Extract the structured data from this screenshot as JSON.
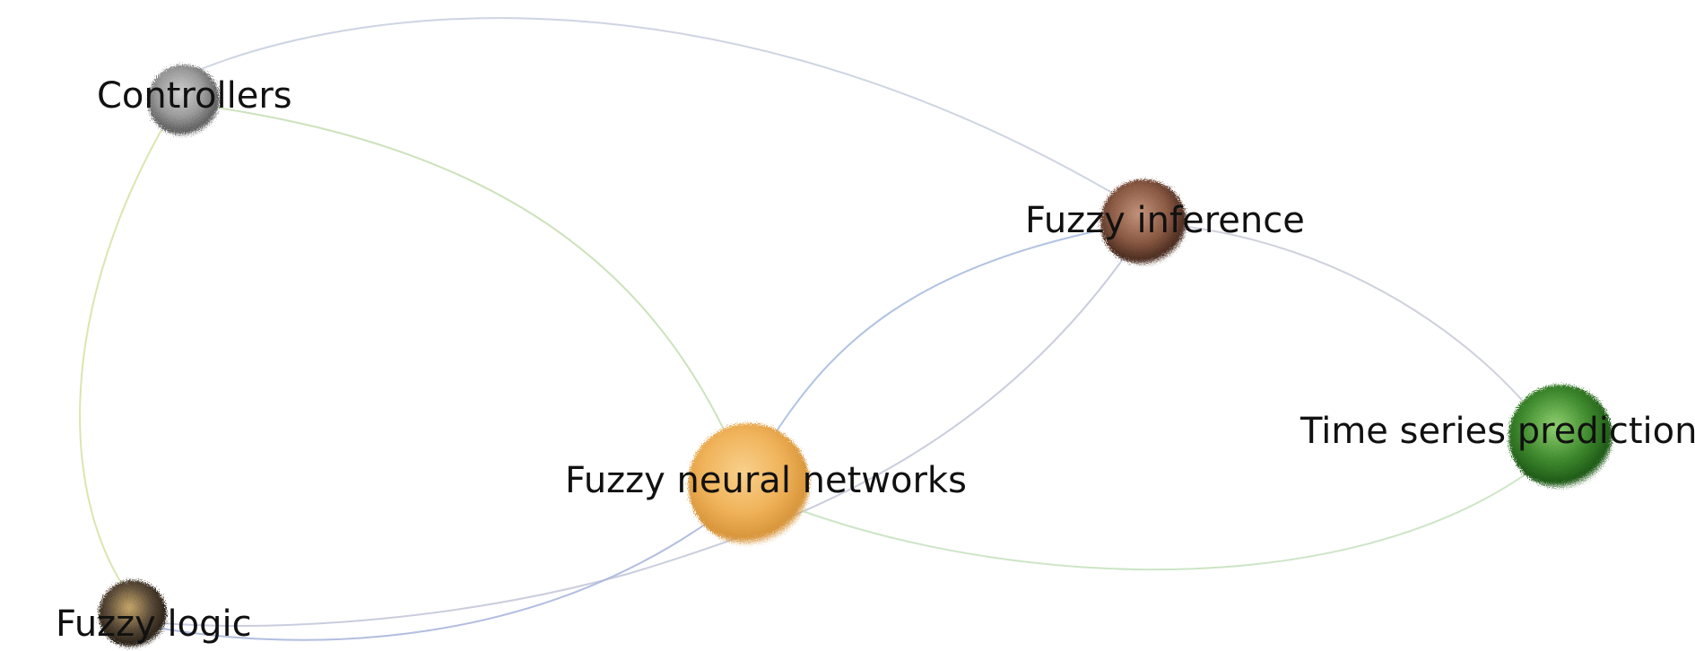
{
  "nodes": [
    {
      "id": "controllers",
      "label": "Controllers",
      "texture": "gray-speckle",
      "colors": [
        "#9a9a9a",
        "#5e5e5e",
        "#d0d0d0"
      ]
    },
    {
      "id": "fuzzy-inference",
      "label": "Fuzzy inference",
      "texture": "brown-cracked",
      "colors": [
        "#8b5a44",
        "#4a2c20",
        "#c4937c"
      ]
    },
    {
      "id": "fuzzy-neural-networks",
      "label": "Fuzzy neural networks",
      "texture": "orange-sand",
      "colors": [
        "#f0b35a",
        "#d8953a",
        "#f8d08c"
      ]
    },
    {
      "id": "time-series-prediction",
      "label": "Time series prediction",
      "texture": "green-foliage",
      "colors": [
        "#3f8a2e",
        "#1f5a18",
        "#8fd070"
      ]
    },
    {
      "id": "fuzzy-logic",
      "label": "Fuzzy logic",
      "texture": "dark-gravel",
      "colors": [
        "#5a4a38",
        "#2a2218",
        "#c7a76a"
      ]
    }
  ],
  "edges": [
    {
      "from": "controllers",
      "to": "fuzzy-inference",
      "color": "#c9cfe0"
    },
    {
      "from": "controllers",
      "to": "fuzzy-neural-networks",
      "color": "#c6dfb4"
    },
    {
      "from": "controllers",
      "to": "fuzzy-logic",
      "color": "#d5e3a8"
    },
    {
      "from": "fuzzy-inference",
      "to": "fuzzy-neural-networks",
      "color": "#a9bcdf"
    },
    {
      "from": "fuzzy-inference",
      "to": "fuzzy-logic",
      "color": "#c3c8da"
    },
    {
      "from": "fuzzy-inference",
      "to": "time-series-prediction",
      "color": "#c9cbd8"
    },
    {
      "from": "fuzzy-neural-networks",
      "to": "time-series-prediction",
      "color": "#c8e2c0"
    },
    {
      "from": "fuzzy-neural-networks",
      "to": "fuzzy-logic",
      "color": "#aab6dd"
    }
  ]
}
